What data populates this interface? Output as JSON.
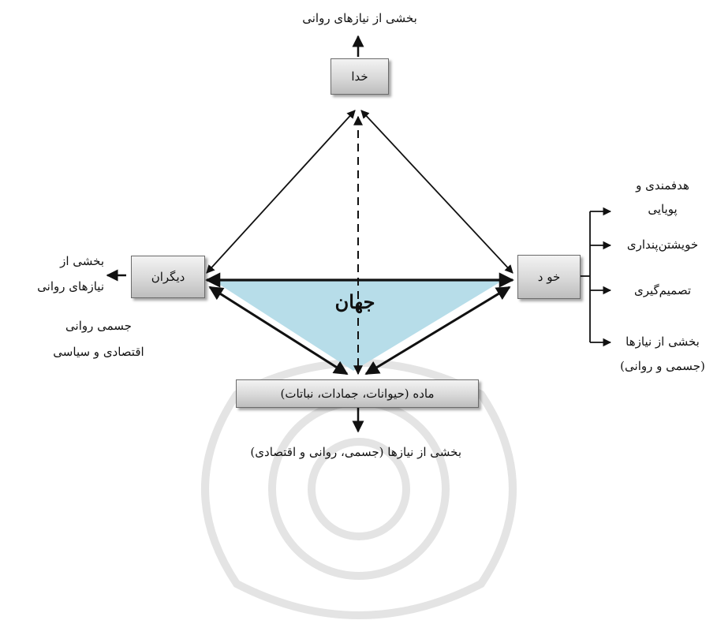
{
  "nodes": {
    "god": "خدا",
    "others": "دیگران",
    "self": "خو د",
    "matter": "ماده (حیوانات، جمادات، نباتات)",
    "world": "جهان"
  },
  "labels": {
    "god_need": "بخشی از نیازهای روانی",
    "others_need_1": "بخشی از",
    "others_need_2": "نیازهای روانی",
    "others_domain_1": "جسمی روانی",
    "others_domain_2": "اقتصادی و سیاسی",
    "matter_need": "بخشی از نیازها (جسمی، روانی و اقتصادی)"
  },
  "self_branches": [
    {
      "line1": "هدفمندی و",
      "line2": "پویایی"
    },
    {
      "line1": "خویشتن‌پنداری"
    },
    {
      "line1": "تصمیم‌گیری"
    },
    {
      "line1": "بخشی از نیازها",
      "line2": "(جسمی و روانی)"
    }
  ],
  "colors": {
    "triangle_fill": "#b7dde9",
    "line": "#111111",
    "box_border": "#6b6b6b",
    "watermark": "#e4e4e4"
  }
}
